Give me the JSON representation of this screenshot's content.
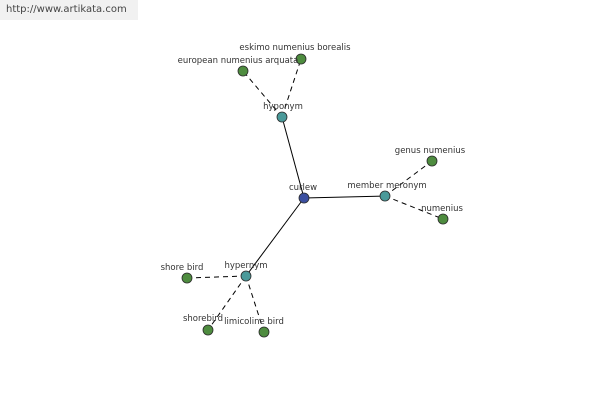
{
  "watermark": "http://www.artikata.com",
  "colors": {
    "center": "#3b4fa0",
    "relation": "#4a9a9a",
    "leaf": "#4e8c3f",
    "stroke": "#2a2a2a"
  },
  "nodes": [
    {
      "id": "curlew",
      "label": "curlew",
      "kind": "center"
    },
    {
      "id": "hyponym",
      "label": "hyponym",
      "kind": "relation"
    },
    {
      "id": "member-meronym",
      "label": "member meronym",
      "kind": "relation"
    },
    {
      "id": "hypernym",
      "label": "hypernym",
      "kind": "relation"
    },
    {
      "id": "eskimo-numenius-borealis",
      "label": "eskimo numenius borealis",
      "kind": "leaf"
    },
    {
      "id": "european-numenius-arquata",
      "label": "european numenius arquata",
      "kind": "leaf"
    },
    {
      "id": "genus-numenius",
      "label": "genus numenius",
      "kind": "leaf"
    },
    {
      "id": "numenius",
      "label": "numenius",
      "kind": "leaf"
    },
    {
      "id": "shore-bird",
      "label": "shore bird",
      "kind": "leaf"
    },
    {
      "id": "shorebird",
      "label": "shorebird",
      "kind": "leaf"
    },
    {
      "id": "limicoline-bird",
      "label": "limicoline bird",
      "kind": "leaf"
    }
  ],
  "edges": [
    {
      "from": "curlew",
      "to": "hyponym",
      "style": "solid"
    },
    {
      "from": "curlew",
      "to": "member-meronym",
      "style": "solid"
    },
    {
      "from": "curlew",
      "to": "hypernym",
      "style": "solid"
    },
    {
      "from": "hyponym",
      "to": "eskimo-numenius-borealis",
      "style": "dashed"
    },
    {
      "from": "hyponym",
      "to": "european-numenius-arquata",
      "style": "dashed"
    },
    {
      "from": "member-meronym",
      "to": "genus-numenius",
      "style": "dashed"
    },
    {
      "from": "member-meronym",
      "to": "numenius",
      "style": "dashed"
    },
    {
      "from": "hypernym",
      "to": "shore-bird",
      "style": "dashed"
    },
    {
      "from": "hypernym",
      "to": "shorebird",
      "style": "dashed"
    },
    {
      "from": "hypernym",
      "to": "limicoline-bird",
      "style": "dashed"
    }
  ]
}
